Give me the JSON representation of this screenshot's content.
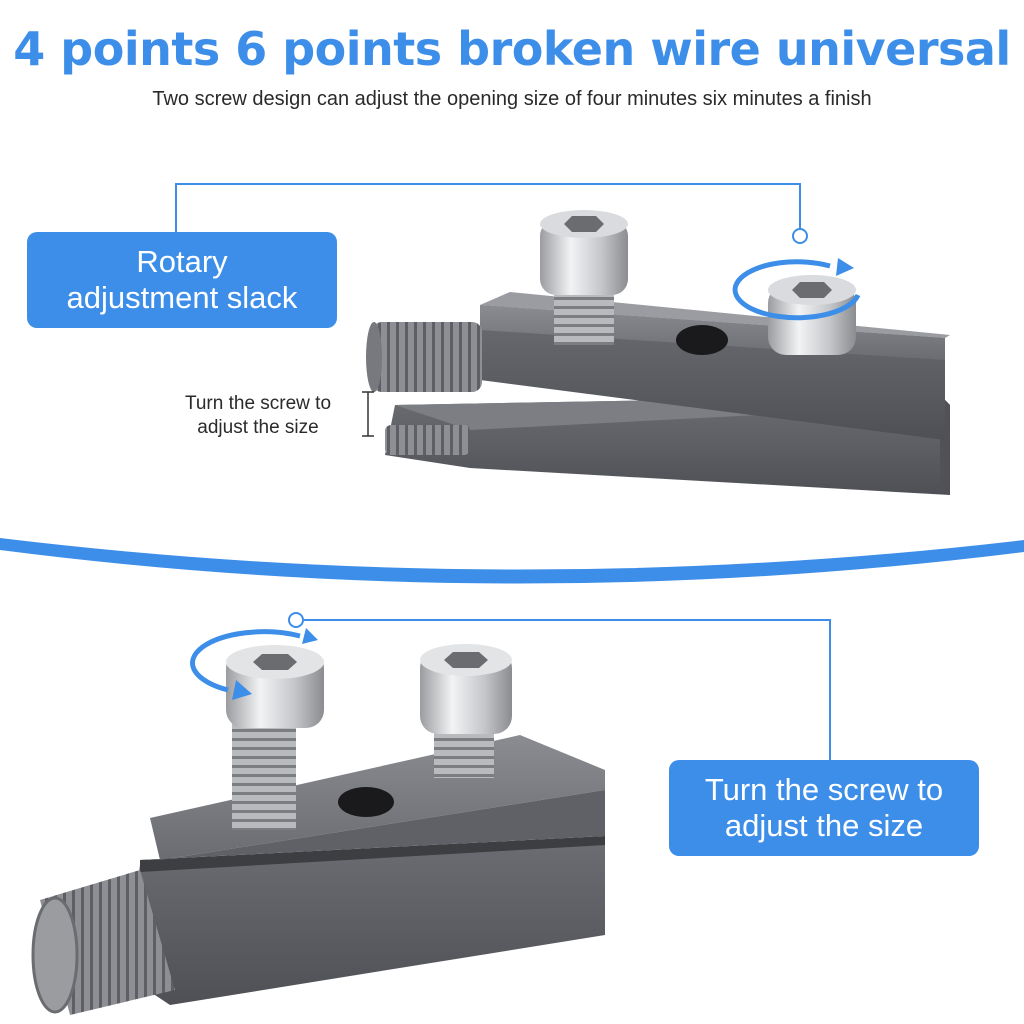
{
  "header": {
    "title": "4 points 6 points broken wire universal",
    "subtitle": "Two screw design can adjust the opening size of four minutes six minutes a finish"
  },
  "top_panel": {
    "callout_line1": "Rotary",
    "callout_line2": "adjustment slack",
    "note_line1": "Turn the screw to",
    "note_line2": "adjust the size"
  },
  "bottom_panel": {
    "callout_line1": "Turn the screw to",
    "callout_line2": "adjust the size"
  },
  "colors": {
    "brand_blue": "#3d8ee8",
    "tool_gray": "#6e7075",
    "steel": "#c9cbcf"
  }
}
